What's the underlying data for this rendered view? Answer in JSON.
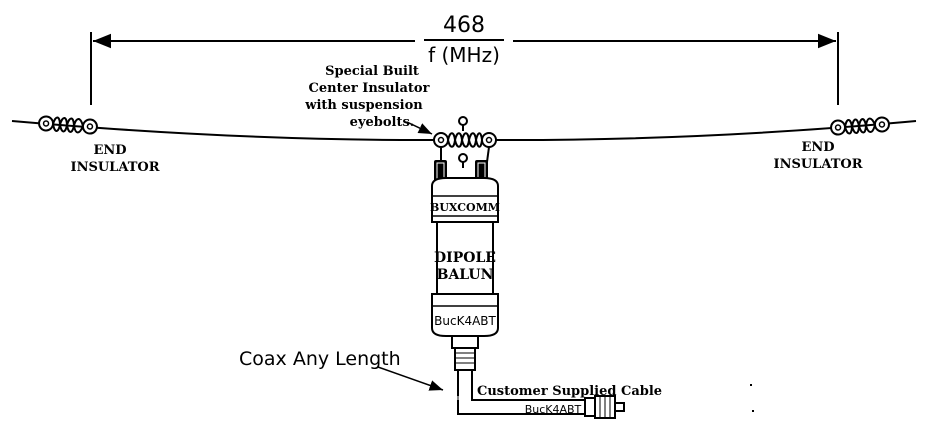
{
  "formula": {
    "numerator": "468",
    "denominator": "f (MHz)"
  },
  "center_insulator_label": [
    "Special Built",
    "Center Insulator",
    "with suspension",
    "eyebolts."
  ],
  "end_insulator_left": [
    "END",
    "INSULATOR"
  ],
  "end_insulator_right": [
    "END",
    "INSULATOR"
  ],
  "balun": {
    "brand": "BUXCOMM",
    "title_line1": "DIPOLE",
    "title_line2": "BALUN",
    "bottom_label": "BucK4ABT",
    "terminal_minus": "–",
    "terminal_plus": "+"
  },
  "coax_label": "Coax Any Length",
  "cable_label": "Customer Supplied Cable",
  "cable_tag": "BucK4ABT",
  "colors": {
    "ink": "#000000",
    "background": "#ffffff"
  }
}
